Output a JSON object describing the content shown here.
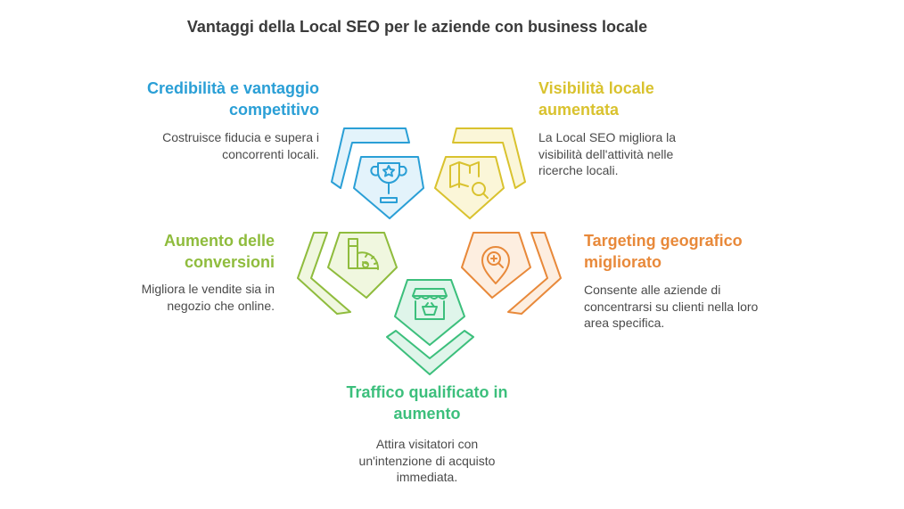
{
  "title": "Vantaggi della Local SEO per le aziende con business locale",
  "colors": {
    "blue": "#2a9fd6",
    "yellow": "#d9c22e",
    "orange": "#e8893a",
    "green": "#8fbc3d",
    "teal": "#3cbf7c",
    "text": "#4a4a4a"
  },
  "items": [
    {
      "id": "credibility",
      "heading_line1": "Credibilità e vantaggio",
      "heading_line2": "competitivo",
      "desc_line1": "Costruisce fiducia e supera i",
      "desc_line2": "concorrenti locali.",
      "icon": "trophy-icon"
    },
    {
      "id": "visibility",
      "heading_line1": "Visibilità locale",
      "heading_line2": "aumentata",
      "desc_line1": "La Local SEO migliora la",
      "desc_line2": "visibilità dell'attività nelle",
      "desc_line3": "ricerche locali.",
      "icon": "map-search-icon"
    },
    {
      "id": "targeting",
      "heading_line1": "Targeting geografico",
      "heading_line2": "migliorato",
      "desc_line1": "Consente alle aziende di",
      "desc_line2": "concentrarsi su clienti nella loro",
      "desc_line3": "area specifica.",
      "icon": "location-zoom-icon"
    },
    {
      "id": "traffic",
      "heading_line1": "Traffico qualificato in",
      "heading_line2": "aumento",
      "desc_line1": "Attira visitatori con",
      "desc_line2": "un'intenzione di acquisto",
      "desc_line3": "immediata.",
      "icon": "shop-basket-icon"
    },
    {
      "id": "conversions",
      "heading_line1": "Aumento delle",
      "heading_line2": "conversioni",
      "desc_line1": "Migliora le vendite sia in",
      "desc_line2": "negozio che online.",
      "icon": "gauge-icon"
    }
  ]
}
